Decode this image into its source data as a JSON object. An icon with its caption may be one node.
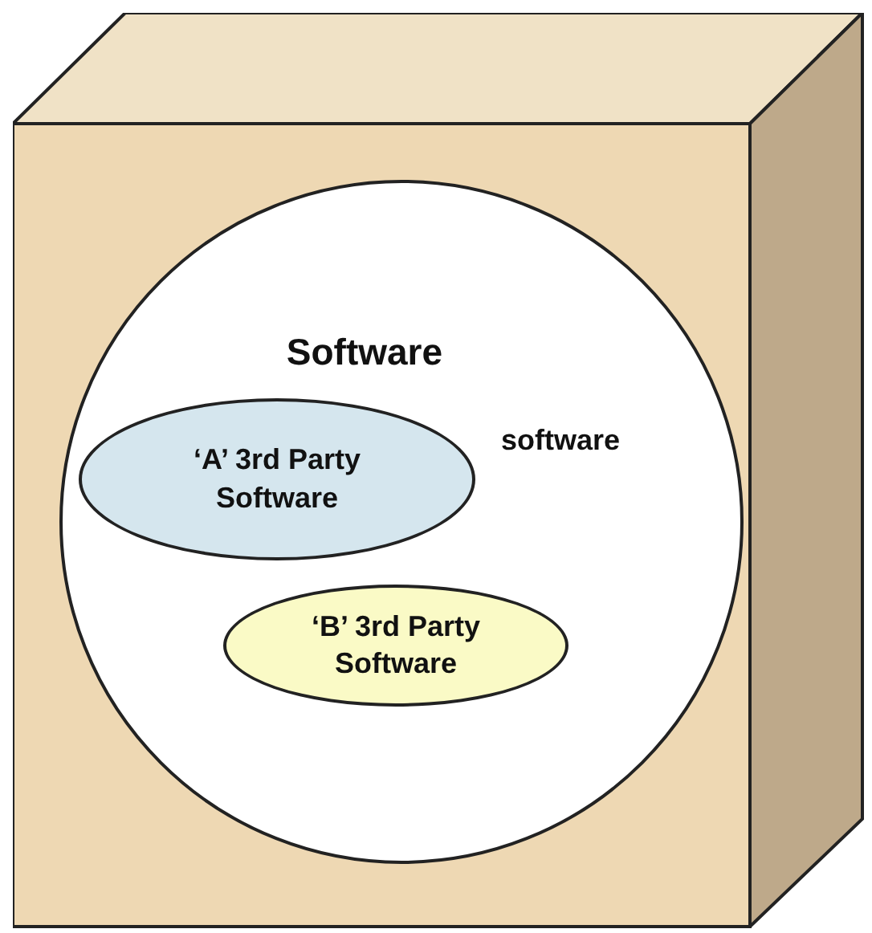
{
  "diagram": {
    "nodes": [
      {
        "text": [],
        "shape": "box"
      },
      {
        "text": [
          "Software"
        ],
        "in": 0
      },
      {
        "text": [
          "‘A’ 3rd Party Software"
        ],
        "in": 1
      },
      {
        "text": [
          "‘B’ 3rd Party Software"
        ],
        "in": 1
      }
    ],
    "edges": [],
    "labels": [
      "software"
    ]
  }
}
